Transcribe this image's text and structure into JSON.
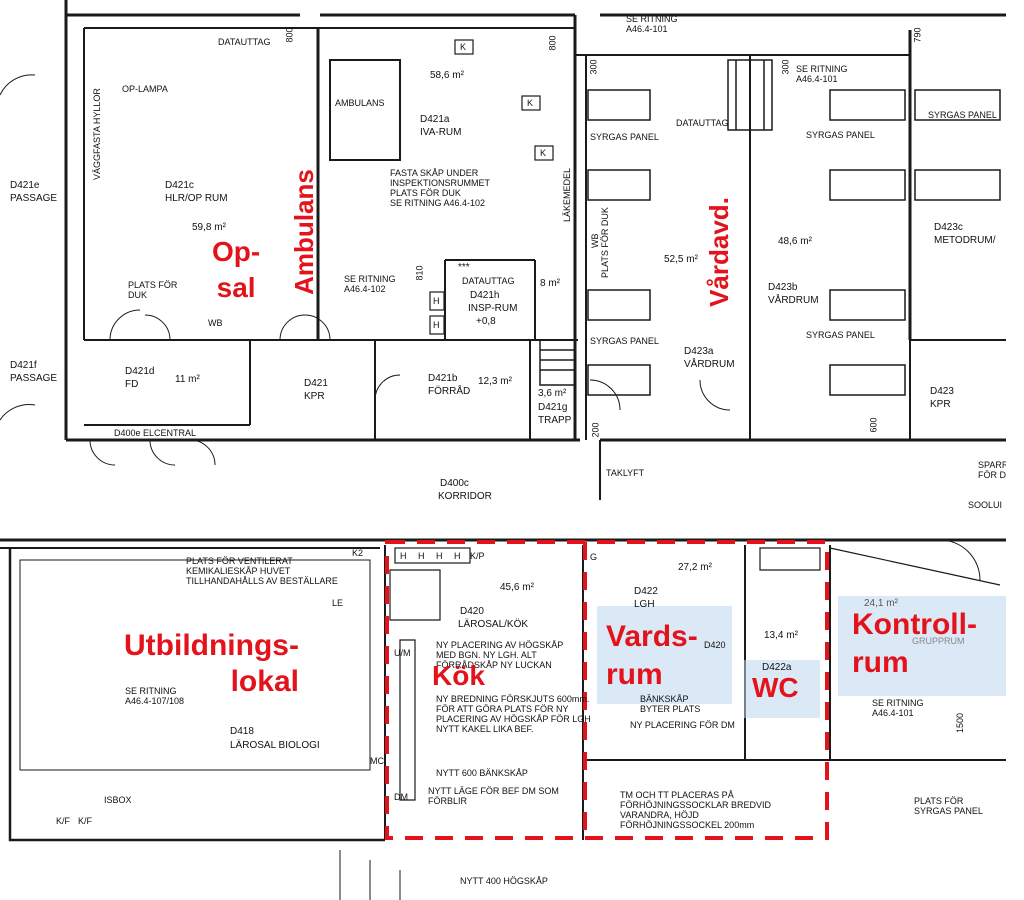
{
  "colors": {
    "wall": "#1a1a1a",
    "highlight": "#e3121b",
    "overlay": "#bcd7f0"
  },
  "rooms": {
    "d421e": {
      "id": "D421e",
      "name": "PASSAGE"
    },
    "d421c": {
      "id": "D421c",
      "name": "HLR/OP RUM",
      "area": "59,8 m²"
    },
    "d421a": {
      "id": "D421a",
      "name": "IVA-RUM",
      "area": "58,6 m²"
    },
    "d421f": {
      "id": "D421f",
      "name": "PASSAGE"
    },
    "d421d": {
      "id": "D421d",
      "name": "FD",
      "area": "11 m²"
    },
    "d421": {
      "id": "D421",
      "name": "KPR"
    },
    "d421b": {
      "id": "D421b",
      "name": "FÖRRÅD",
      "area": "12,3 m²"
    },
    "d421h": {
      "id": "D421h",
      "name": "INSP-RUM",
      "area": "8 m²",
      "extra": "+0,8"
    },
    "d421g": {
      "id": "D421g",
      "name": "TRAPP",
      "area": "3,6 m²"
    },
    "d423a": {
      "id": "D423a",
      "name": "VÅRDRUM",
      "area": "52,5 m²"
    },
    "d423b": {
      "id": "D423b",
      "name": "VÅRDRUM",
      "area": "48,6 m²"
    },
    "d423c": {
      "id": "D423c",
      "name": "METODRUM/"
    },
    "d423": {
      "id": "D423",
      "name": "KPR"
    },
    "d400e": {
      "text": "D400e ELCENTRAL"
    },
    "d400c": {
      "id": "D400c",
      "name": "KORRIDOR"
    },
    "d418": {
      "id": "D418",
      "name": "LÄROSAL BIOLOGI"
    },
    "d420": {
      "id": "D420",
      "name": "LÄROSAL/KÖK",
      "area": "45,6 m²"
    },
    "d422": {
      "id": "D422",
      "name": "LGH",
      "area": "27,2 m²"
    },
    "d422a": {
      "id": "D422a",
      "area": "13,4 m²"
    },
    "right_area": "24,1 m²"
  },
  "notes": {
    "datauttag1": "DATAUTTAG",
    "datauttag2": "DATAUTTAG",
    "datauttag3": "DATAUTTAG",
    "op_lampa": "OP-LAMPA",
    "vaggfasta": "VÄGGFASTA HYLLOR",
    "ambulans_box": "AMBULANS",
    "fasta_skap": "FASTA SKÅP UNDER\nINSPEKTIONSRUMMET\nPLATS FÖR DUK\nSE RITNING A46.4-102",
    "plats_duk": "PLATS FÖR\nDUK",
    "wb": "WB",
    "se_ritning_amb": "SE RITNING\nA46.4-102",
    "se_ritning_top": "SE RITNING\nA46.4-101",
    "se_ritning_top2": "SE RITNING\nA46.4-101",
    "syrgas1": "SYRGAS PANEL",
    "syrgas2": "SYRGAS PANEL",
    "syrgas3": "SYRGAS PANEL",
    "syrgas4": "SYRGAS PANEL",
    "syrgas5": "SYRGAS PANEL",
    "plats_duk_v": "PLATS FÖR DUK",
    "wb_v": "WB",
    "lakemedel": "LÄKEMEDEL",
    "taklyft": "TAKLYFT",
    "sparr": "SPARR\nFÖR D",
    "soolu": "SOOLUI",
    "plats_ventil": "PLATS FÖR VENTILERAT\nKEMIKALIESKÅP HUVET\nTILLHANDAHÅLLS AV BESTÄLLARE",
    "se_ritning_left": "SE RITNING\nA46.4-107/108",
    "nytt_600": "NYTT 600 BÄNKSKÅP",
    "nytt_400": "NYTT 400 HÖGSKÅP",
    "ny_placering": "NY PLACERING AV HÖGSKÅP\nMED BGN. NY LGH. ALT\nFÖRRÅDSKÅP NY LUCKAN",
    "ny_bredning": "NY BREDNING FÖRSKJUTS 600mm.\nFÖR ATT GÖRA PLATS FÖR NY\nPLACERING AV HÖGSKÅP FÖR LGH\nNYTT KAKEL LIKA BEF.",
    "nytt_lage": "NYTT LÄGE FÖR BEF DM SOM\nFÖRBLIR",
    "ny_plac_dm": "NY PLACERING FÖR DM",
    "bankskap": "BÄNKSKÅP\nBYTER PLATS",
    "tm_tt": "TM OCH TT PLACERAS PÅ\nFÖRHÖJNINGSSOCKLAR BREDVID\nVARANDRA, HÖJD\nFÖRHÖJNINGSSOCKEL 200mm",
    "se_ritning_right": "SE RITNING\nA46.4-101",
    "plats_syrgas": "PLATS FÖR\nSYRGAS PANEL",
    "grupprum": "GRUPPRUM",
    "d420_ref": "D420",
    "dim_800a": "800",
    "dim_800b": "800",
    "dim_790": "790",
    "dim_300a": "300",
    "dim_300b": "300",
    "dim_810": "810",
    "dim_600": "600",
    "dim_1500": "1500",
    "dim_200": "200",
    "k_label": "K",
    "stars": "***",
    "h_label": "H",
    "kp_label": "K/P",
    "kf_label": "K/F",
    "k2_label": "K2",
    "g_label": "G",
    "um_label": "U/M",
    "dm_label": "DM",
    "mc_label": "MC",
    "isbox": "ISBOX",
    "le_label": "LE"
  },
  "highlights": {
    "op_sal": "Op-\nsal",
    "ambulans": "Ambulans",
    "vardavd": "Vårdavd.",
    "utbildning": "Utbildnings-\nlokal",
    "kok": "Kök",
    "vardsrum": "Vards-\nrum",
    "wc": "WC",
    "kontrollrum": "Kontroll-\nrum"
  }
}
